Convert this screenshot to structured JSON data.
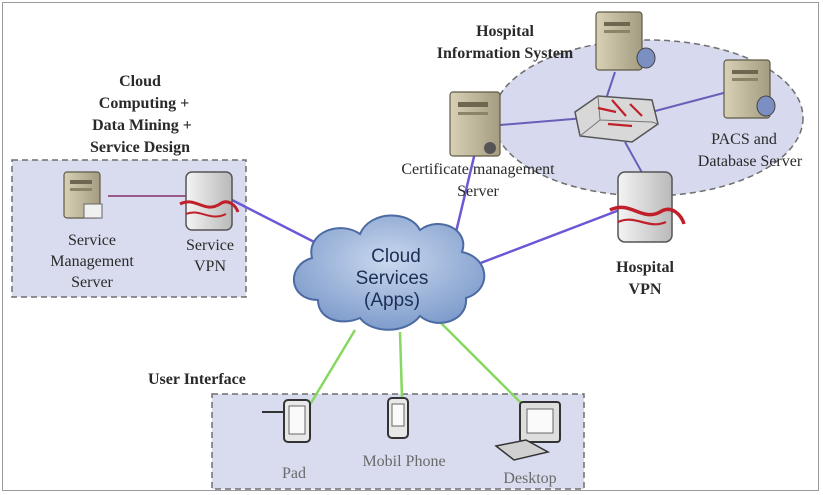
{
  "cloud_group": {
    "title_lines": [
      "Cloud",
      "Computing +",
      "Data Mining +",
      "Service Design"
    ],
    "service_server_lines": [
      "Service",
      "Management",
      "Server"
    ],
    "service_vpn_lines": [
      "Service",
      "VPN"
    ]
  },
  "hospital": {
    "his_lines": [
      "Hospital",
      "Information System"
    ],
    "cert_lines": [
      "Certificate management",
      "Server"
    ],
    "pacs_lines": [
      "PACS and",
      "Database Server"
    ],
    "vpn_lines": [
      "Hospital",
      "VPN"
    ]
  },
  "cloud": {
    "lines": [
      "Cloud",
      "Services",
      "(Apps)"
    ]
  },
  "user_interface": {
    "title": "User Interface",
    "devices": [
      "Pad",
      "Mobil Phone",
      "Desktop"
    ]
  },
  "colors": {
    "group_fill": "#d5d8ec",
    "cloud_fill": "#9fb5d6",
    "link_blue": "#6b58d6",
    "link_green": "#86d860",
    "vpn_red": "#c0202a"
  }
}
